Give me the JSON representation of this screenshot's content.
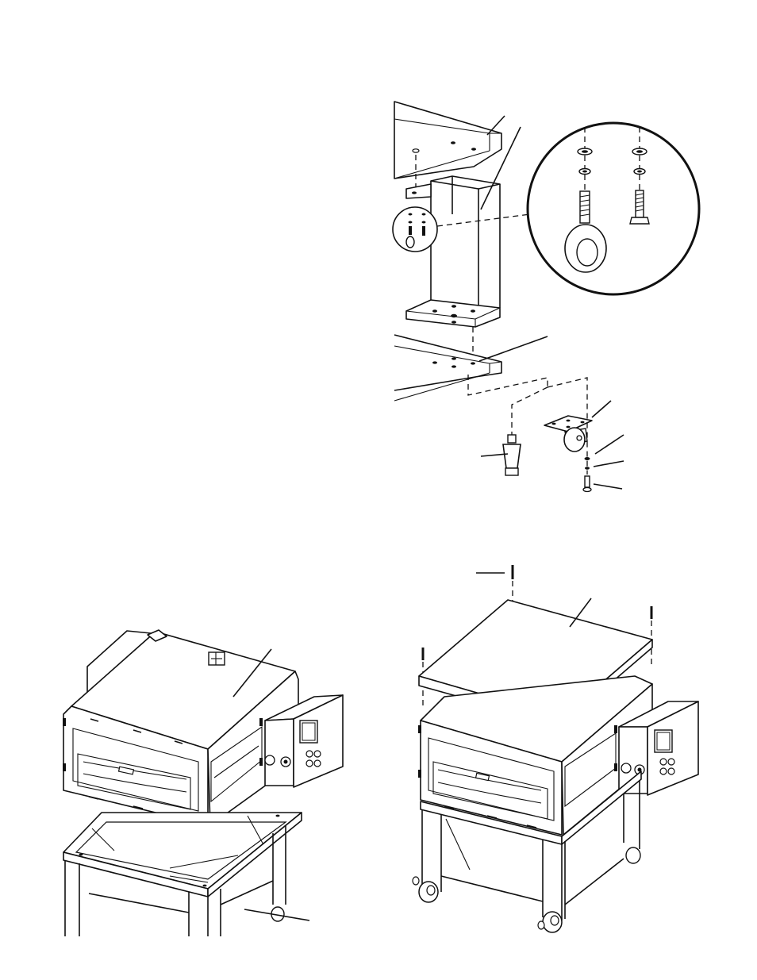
{
  "figures": [
    {
      "id": "leg-assembly-exploded",
      "description_visible_text": ""
    },
    {
      "id": "oven-onto-stand",
      "description_visible_text": ""
    },
    {
      "id": "top-panel-install",
      "description_visible_text": ""
    }
  ],
  "colors": {
    "line": "#111111",
    "background": "#ffffff",
    "shade": "#cfcfcf"
  }
}
